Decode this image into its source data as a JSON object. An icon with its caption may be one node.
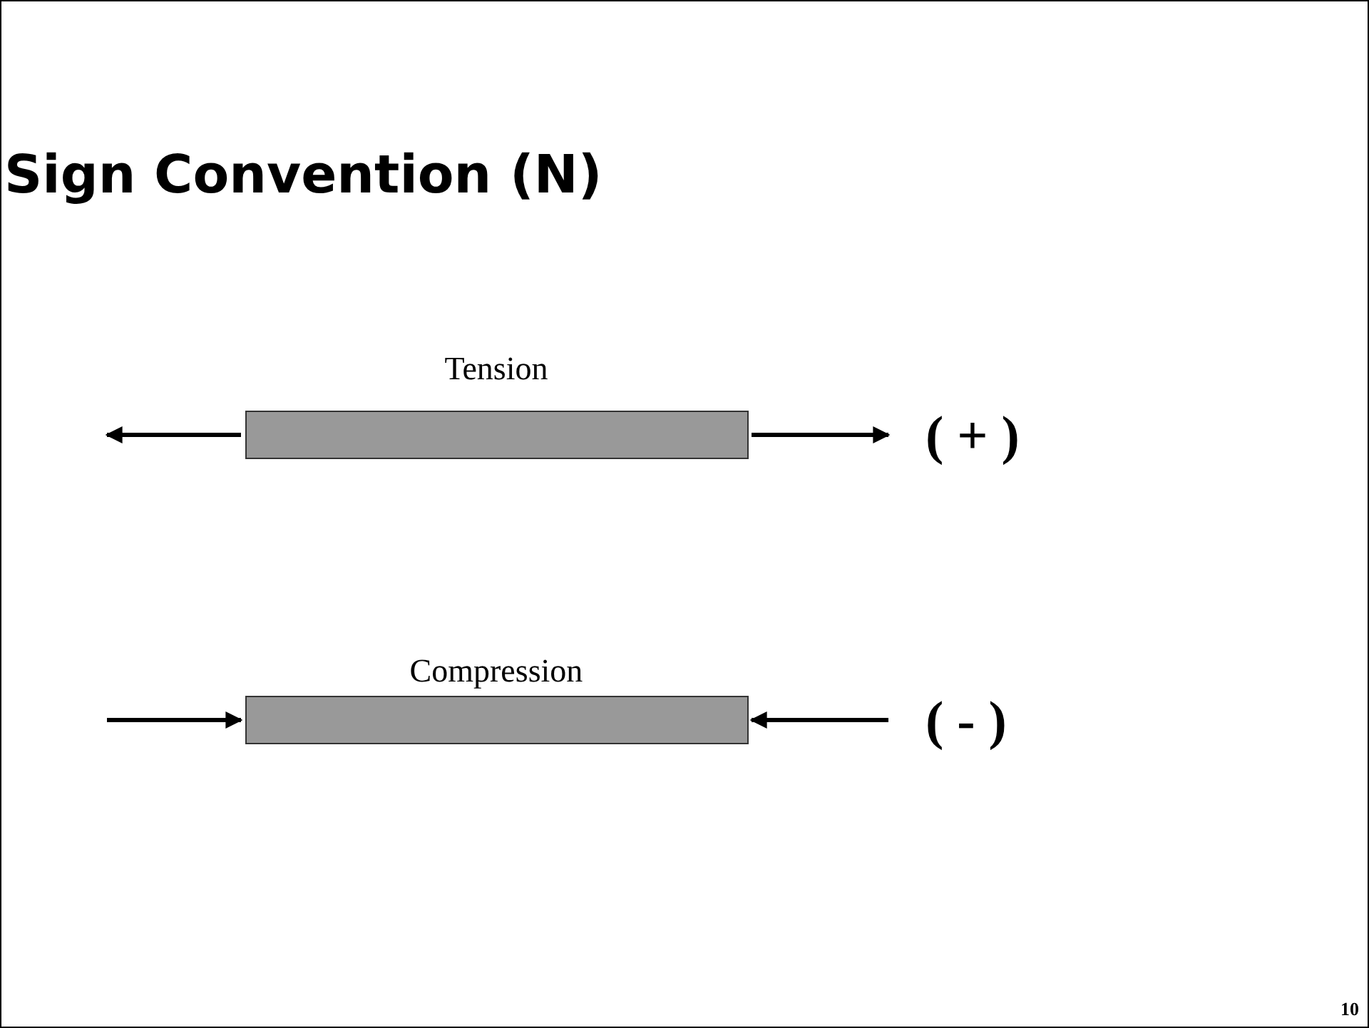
{
  "diagram": {
    "title": "Sign Convention (N)",
    "nodes": [
      {
        "text": [
          "Tension"
        ]
      },
      {
        "text": [
          "Compression"
        ]
      }
    ],
    "labels": [
      "( + )",
      "( - )",
      "10"
    ]
  }
}
